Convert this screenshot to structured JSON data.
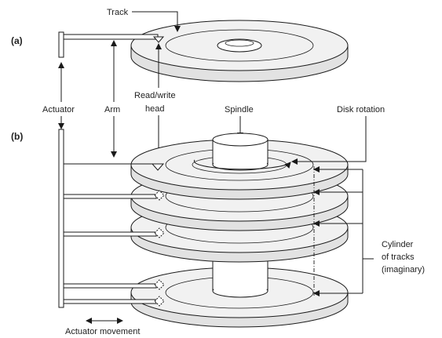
{
  "panels": {
    "a": "(a)",
    "b": "(b)"
  },
  "labels": {
    "track": "Track",
    "actuator": "Actuator",
    "arm": "Arm",
    "read_write_head_line1": "Read/write",
    "read_write_head_line2": "head",
    "spindle": "Spindle",
    "disk_rotation": "Disk rotation",
    "cylinder_line1": "Cylinder",
    "cylinder_line2": "of tracks",
    "cylinder_line3": "(imaginary)",
    "actuator_movement": "Actuator movement"
  }
}
